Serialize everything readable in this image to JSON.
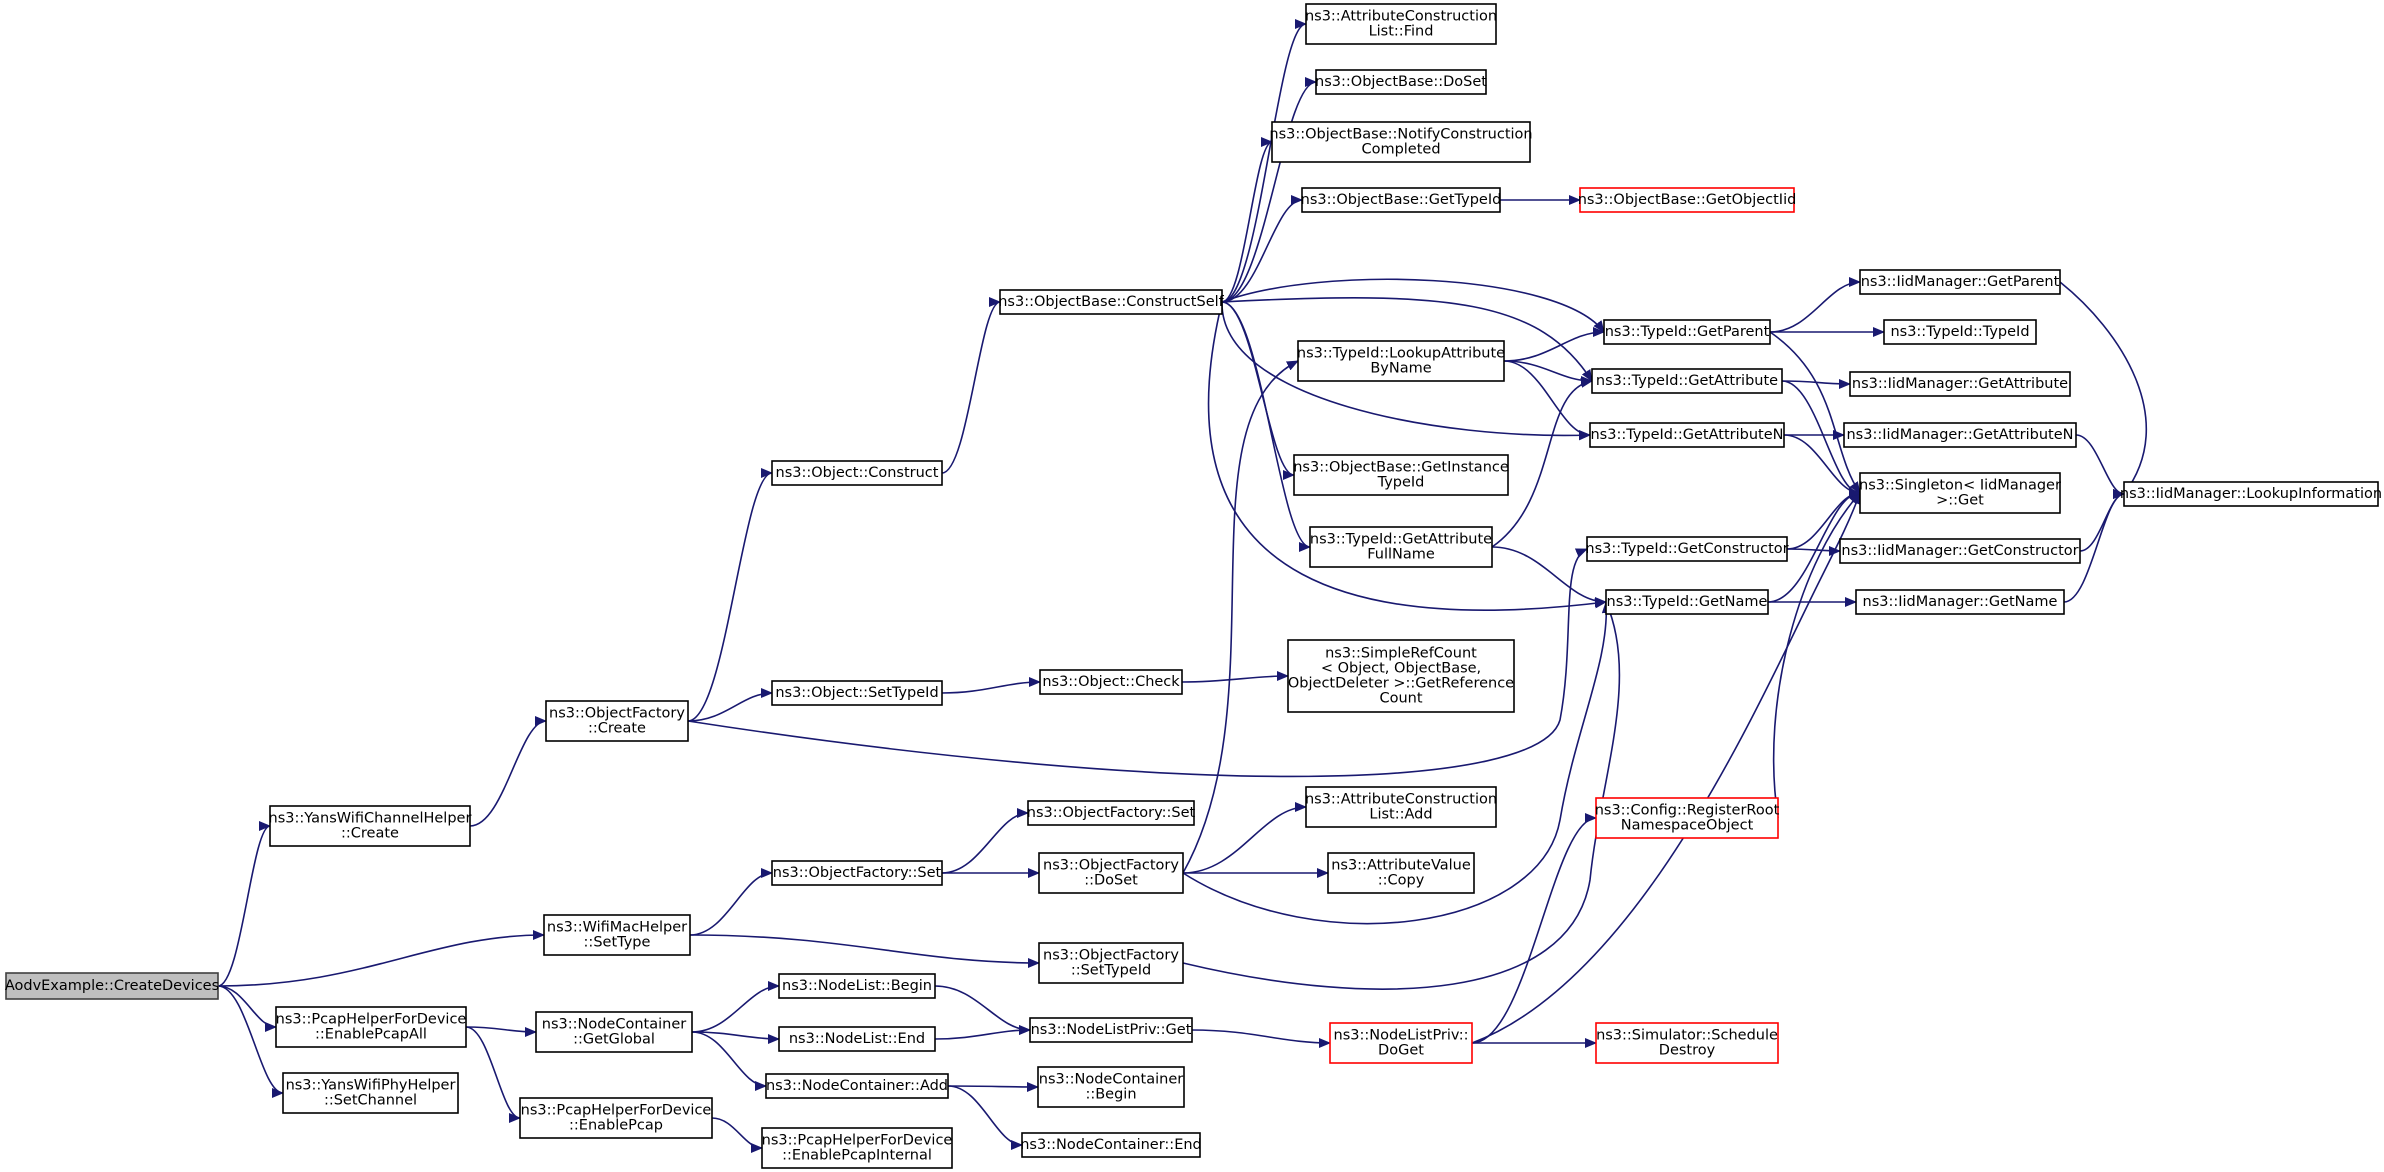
{
  "graph": {
    "root": "n_root",
    "nodes": [
      {
        "id": "n_root",
        "lines": [
          "AodvExample::CreateDevices"
        ],
        "style": "root"
      },
      {
        "id": "n_yanschan",
        "lines": [
          "ns3::YansWifiChannelHelper",
          "::Create"
        ]
      },
      {
        "id": "n_wifimac",
        "lines": [
          "ns3::WifiMacHelper",
          "::SetType"
        ]
      },
      {
        "id": "n_pcapall",
        "lines": [
          "ns3::PcapHelperForDevice",
          "::EnablePcapAll"
        ]
      },
      {
        "id": "n_yansphy",
        "lines": [
          "ns3::YansWifiPhyHelper",
          "::SetChannel"
        ]
      },
      {
        "id": "n_ofcreate",
        "lines": [
          "ns3::ObjectFactory",
          "::Create"
        ]
      },
      {
        "id": "n_ofset",
        "lines": [
          "ns3::ObjectFactory::Set"
        ]
      },
      {
        "id": "n_ncglobal",
        "lines": [
          "ns3::NodeContainer",
          "::GetGlobal"
        ]
      },
      {
        "id": "n_pcap",
        "lines": [
          "ns3::PcapHelperForDevice",
          "::EnablePcap"
        ]
      },
      {
        "id": "n_objconstruct",
        "lines": [
          "ns3::Object::Construct"
        ]
      },
      {
        "id": "n_objsettype",
        "lines": [
          "ns3::Object::SetTypeId"
        ]
      },
      {
        "id": "n_nlbegin",
        "lines": [
          "ns3::NodeList::Begin"
        ]
      },
      {
        "id": "n_nlend",
        "lines": [
          "ns3::NodeList::End"
        ]
      },
      {
        "id": "n_ncadd",
        "lines": [
          "ns3::NodeContainer::Add"
        ]
      },
      {
        "id": "n_pcapint",
        "lines": [
          "ns3::PcapHelperForDevice",
          "::EnablePcapInternal"
        ]
      },
      {
        "id": "n_obconstself",
        "lines": [
          "ns3::ObjectBase::ConstructSelf"
        ]
      },
      {
        "id": "n_objcheck",
        "lines": [
          "ns3::Object::Check"
        ]
      },
      {
        "id": "n_ofset2",
        "lines": [
          "ns3::ObjectFactory::Set"
        ]
      },
      {
        "id": "n_ofdoset",
        "lines": [
          "ns3::ObjectFactory",
          "::DoSet"
        ]
      },
      {
        "id": "n_ofsettid",
        "lines": [
          "ns3::ObjectFactory",
          "::SetTypeId"
        ]
      },
      {
        "id": "n_nlpget",
        "lines": [
          "ns3::NodeListPriv::Get"
        ]
      },
      {
        "id": "n_ncbegin",
        "lines": [
          "ns3::NodeContainer",
          "::Begin"
        ]
      },
      {
        "id": "n_ncend",
        "lines": [
          "ns3::NodeContainer::End"
        ]
      },
      {
        "id": "n_aclfind",
        "lines": [
          "ns3::AttributeConstruction",
          "List::Find"
        ]
      },
      {
        "id": "n_obdoset",
        "lines": [
          "ns3::ObjectBase::DoSet"
        ]
      },
      {
        "id": "n_obnotify",
        "lines": [
          "ns3::ObjectBase::NotifyConstruction",
          "Completed"
        ]
      },
      {
        "id": "n_obgettid",
        "lines": [
          "ns3::ObjectBase::GetTypeId"
        ]
      },
      {
        "id": "n_tidlookup",
        "lines": [
          "ns3::TypeId::LookupAttribute",
          "ByName"
        ]
      },
      {
        "id": "n_obgetinst",
        "lines": [
          "ns3::ObjectBase::GetInstance",
          "TypeId"
        ]
      },
      {
        "id": "n_tidattrfull",
        "lines": [
          "ns3::TypeId::GetAttribute",
          "FullName"
        ]
      },
      {
        "id": "n_simplerc",
        "lines": [
          "ns3::SimpleRefCount",
          "< Object, ObjectBase,",
          "ObjectDeleter >::GetReference",
          "Count"
        ]
      },
      {
        "id": "n_acladd",
        "lines": [
          "ns3::AttributeConstruction",
          "List::Add"
        ]
      },
      {
        "id": "n_avcopy",
        "lines": [
          "ns3::AttributeValue",
          "::Copy"
        ]
      },
      {
        "id": "n_nlpdoget",
        "lines": [
          "ns3::NodeListPriv::",
          "DoGet"
        ],
        "style": "truncated"
      },
      {
        "id": "n_obgetoiid",
        "lines": [
          "ns3::ObjectBase::GetObjectIid"
        ],
        "style": "truncated"
      },
      {
        "id": "n_tidparent",
        "lines": [
          "ns3::TypeId::GetParent"
        ]
      },
      {
        "id": "n_tidattr",
        "lines": [
          "ns3::TypeId::GetAttribute"
        ]
      },
      {
        "id": "n_tidattrn",
        "lines": [
          "ns3::TypeId::GetAttributeN"
        ]
      },
      {
        "id": "n_tidctor",
        "lines": [
          "ns3::TypeId::GetConstructor"
        ]
      },
      {
        "id": "n_tidname",
        "lines": [
          "ns3::TypeId::GetName"
        ]
      },
      {
        "id": "n_cfgroot",
        "lines": [
          "ns3::Config::RegisterRoot",
          "NamespaceObject"
        ],
        "style": "truncated"
      },
      {
        "id": "n_simdestroy",
        "lines": [
          "ns3::Simulator::Schedule",
          "Destroy"
        ],
        "style": "truncated"
      },
      {
        "id": "n_iidparent",
        "lines": [
          "ns3::IidManager::GetParent"
        ]
      },
      {
        "id": "n_tidtid",
        "lines": [
          "ns3::TypeId::TypeId"
        ]
      },
      {
        "id": "n_iidattr",
        "lines": [
          "ns3::IidManager::GetAttribute"
        ]
      },
      {
        "id": "n_iidattrn",
        "lines": [
          "ns3::IidManager::GetAttributeN"
        ]
      },
      {
        "id": "n_singleton",
        "lines": [
          "ns3::Singleton< IidManager",
          " >::Get"
        ]
      },
      {
        "id": "n_iidctor",
        "lines": [
          "ns3::IidManager::GetConstructor"
        ]
      },
      {
        "id": "n_iidname",
        "lines": [
          "ns3::IidManager::GetName"
        ]
      },
      {
        "id": "n_iidlookup",
        "lines": [
          "ns3::IidManager::LookupInformation"
        ]
      }
    ],
    "edges": [
      {
        "from": "n_root",
        "to": "n_yanschan"
      },
      {
        "from": "n_root",
        "to": "n_wifimac"
      },
      {
        "from": "n_root",
        "to": "n_pcapall"
      },
      {
        "from": "n_root",
        "to": "n_yansphy"
      },
      {
        "from": "n_yanschan",
        "to": "n_ofcreate"
      },
      {
        "from": "n_ofcreate",
        "to": "n_objconstruct"
      },
      {
        "from": "n_ofcreate",
        "to": "n_objsettype"
      },
      {
        "from": "n_ofcreate",
        "to": "n_tidctor"
      },
      {
        "from": "n_objconstruct",
        "to": "n_obconstself"
      },
      {
        "from": "n_obconstself",
        "to": "n_aclfind"
      },
      {
        "from": "n_obconstself",
        "to": "n_obdoset"
      },
      {
        "from": "n_obconstself",
        "to": "n_obnotify"
      },
      {
        "from": "n_obconstself",
        "to": "n_obgettid"
      },
      {
        "from": "n_obconstself",
        "to": "n_tidparent"
      },
      {
        "from": "n_obconstself",
        "to": "n_tidattr"
      },
      {
        "from": "n_obconstself",
        "to": "n_tidattrn"
      },
      {
        "from": "n_obconstself",
        "to": "n_obgetinst"
      },
      {
        "from": "n_obconstself",
        "to": "n_tidattrfull"
      },
      {
        "from": "n_obconstself",
        "to": "n_tidname"
      },
      {
        "from": "n_obgettid",
        "to": "n_obgetoiid"
      },
      {
        "from": "n_objsettype",
        "to": "n_objcheck"
      },
      {
        "from": "n_objcheck",
        "to": "n_simplerc"
      },
      {
        "from": "n_wifimac",
        "to": "n_ofset"
      },
      {
        "from": "n_wifimac",
        "to": "n_ofsettid"
      },
      {
        "from": "n_ofset",
        "to": "n_ofset2"
      },
      {
        "from": "n_ofset",
        "to": "n_ofdoset"
      },
      {
        "from": "n_ofdoset",
        "to": "n_acladd"
      },
      {
        "from": "n_ofdoset",
        "to": "n_avcopy"
      },
      {
        "from": "n_ofdoset",
        "to": "n_tidlookup"
      },
      {
        "from": "n_ofdoset",
        "to": "n_tidname"
      },
      {
        "from": "n_ofsettid",
        "to": "n_tidname"
      },
      {
        "from": "n_tidlookup",
        "to": "n_tidparent"
      },
      {
        "from": "n_tidlookup",
        "to": "n_tidattr"
      },
      {
        "from": "n_tidlookup",
        "to": "n_tidattrn"
      },
      {
        "from": "n_tidattrfull",
        "to": "n_tidattr"
      },
      {
        "from": "n_tidattrfull",
        "to": "n_tidname"
      },
      {
        "from": "n_pcapall",
        "to": "n_ncglobal"
      },
      {
        "from": "n_pcapall",
        "to": "n_pcap"
      },
      {
        "from": "n_pcap",
        "to": "n_pcapint"
      },
      {
        "from": "n_ncglobal",
        "to": "n_nlbegin"
      },
      {
        "from": "n_ncglobal",
        "to": "n_nlend"
      },
      {
        "from": "n_ncglobal",
        "to": "n_ncadd"
      },
      {
        "from": "n_nlbegin",
        "to": "n_nlpget"
      },
      {
        "from": "n_nlend",
        "to": "n_nlpget"
      },
      {
        "from": "n_nlpget",
        "to": "n_nlpdoget"
      },
      {
        "from": "n_ncadd",
        "to": "n_ncbegin"
      },
      {
        "from": "n_ncadd",
        "to": "n_ncend"
      },
      {
        "from": "n_nlpdoget",
        "to": "n_cfgroot"
      },
      {
        "from": "n_nlpdoget",
        "to": "n_simdestroy"
      },
      {
        "from": "n_nlpdoget",
        "to": "n_singleton"
      },
      {
        "from": "n_cfgroot",
        "to": "n_singleton"
      },
      {
        "from": "n_tidparent",
        "to": "n_iidparent"
      },
      {
        "from": "n_tidparent",
        "to": "n_tidtid"
      },
      {
        "from": "n_tidparent",
        "to": "n_singleton"
      },
      {
        "from": "n_tidattr",
        "to": "n_iidattr"
      },
      {
        "from": "n_tidattr",
        "to": "n_singleton"
      },
      {
        "from": "n_tidattrn",
        "to": "n_iidattrn"
      },
      {
        "from": "n_tidattrn",
        "to": "n_singleton"
      },
      {
        "from": "n_tidctor",
        "to": "n_iidctor"
      },
      {
        "from": "n_tidctor",
        "to": "n_singleton"
      },
      {
        "from": "n_tidname",
        "to": "n_iidname"
      },
      {
        "from": "n_tidname",
        "to": "n_singleton"
      },
      {
        "from": "n_iidparent",
        "to": "n_iidlookup"
      },
      {
        "from": "n_iidattrn",
        "to": "n_iidlookup"
      },
      {
        "from": "n_iidctor",
        "to": "n_iidlookup"
      },
      {
        "from": "n_iidname",
        "to": "n_iidlookup"
      }
    ]
  }
}
